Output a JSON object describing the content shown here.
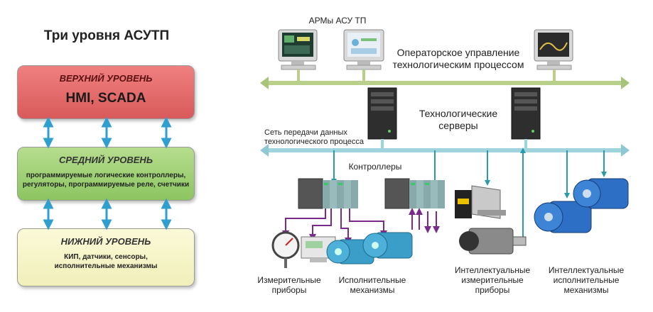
{
  "left": {
    "title": "Три уровня АСУТП",
    "levels": [
      {
        "name": "ВЕРХНИЙ УРОВЕНЬ",
        "main": "HMI, SCADA"
      },
      {
        "name": "СРЕДНИЙ УРОВЕНЬ",
        "desc1": "программируемые логические контроллеры,",
        "desc2": "регуляторы, программируемые реле, счетчики"
      },
      {
        "name": "НИЖНИЙ УРОВЕНЬ",
        "desc1": "КИП, датчики, сенсоры,",
        "desc2": "исполнительные механизмы"
      }
    ]
  },
  "right": {
    "arm_label": "АРМы АСУ ТП",
    "operator1": "Операторское управление",
    "operator2": "технологическим процессом",
    "servers1": "Технологические",
    "servers2": "серверы",
    "network1": "Сеть передачи данных",
    "network2": "технологического процесса",
    "controllers": "Контроллеры",
    "meas1": "Измерительные",
    "meas2": "приборы",
    "exec1": "Исполнительные",
    "exec2": "механизмы",
    "smart_meas1": "Интеллектуальные",
    "smart_meas2": "измерительные",
    "smart_meas3": "приборы",
    "smart_exec1": "Интеллектуальные",
    "smart_exec2": "исполнительные",
    "smart_exec3": "механизмы"
  },
  "colors": {
    "top_bus": "#b8d08a",
    "net_bus": "#9fd4dd",
    "purple": "#7a2a8a"
  }
}
